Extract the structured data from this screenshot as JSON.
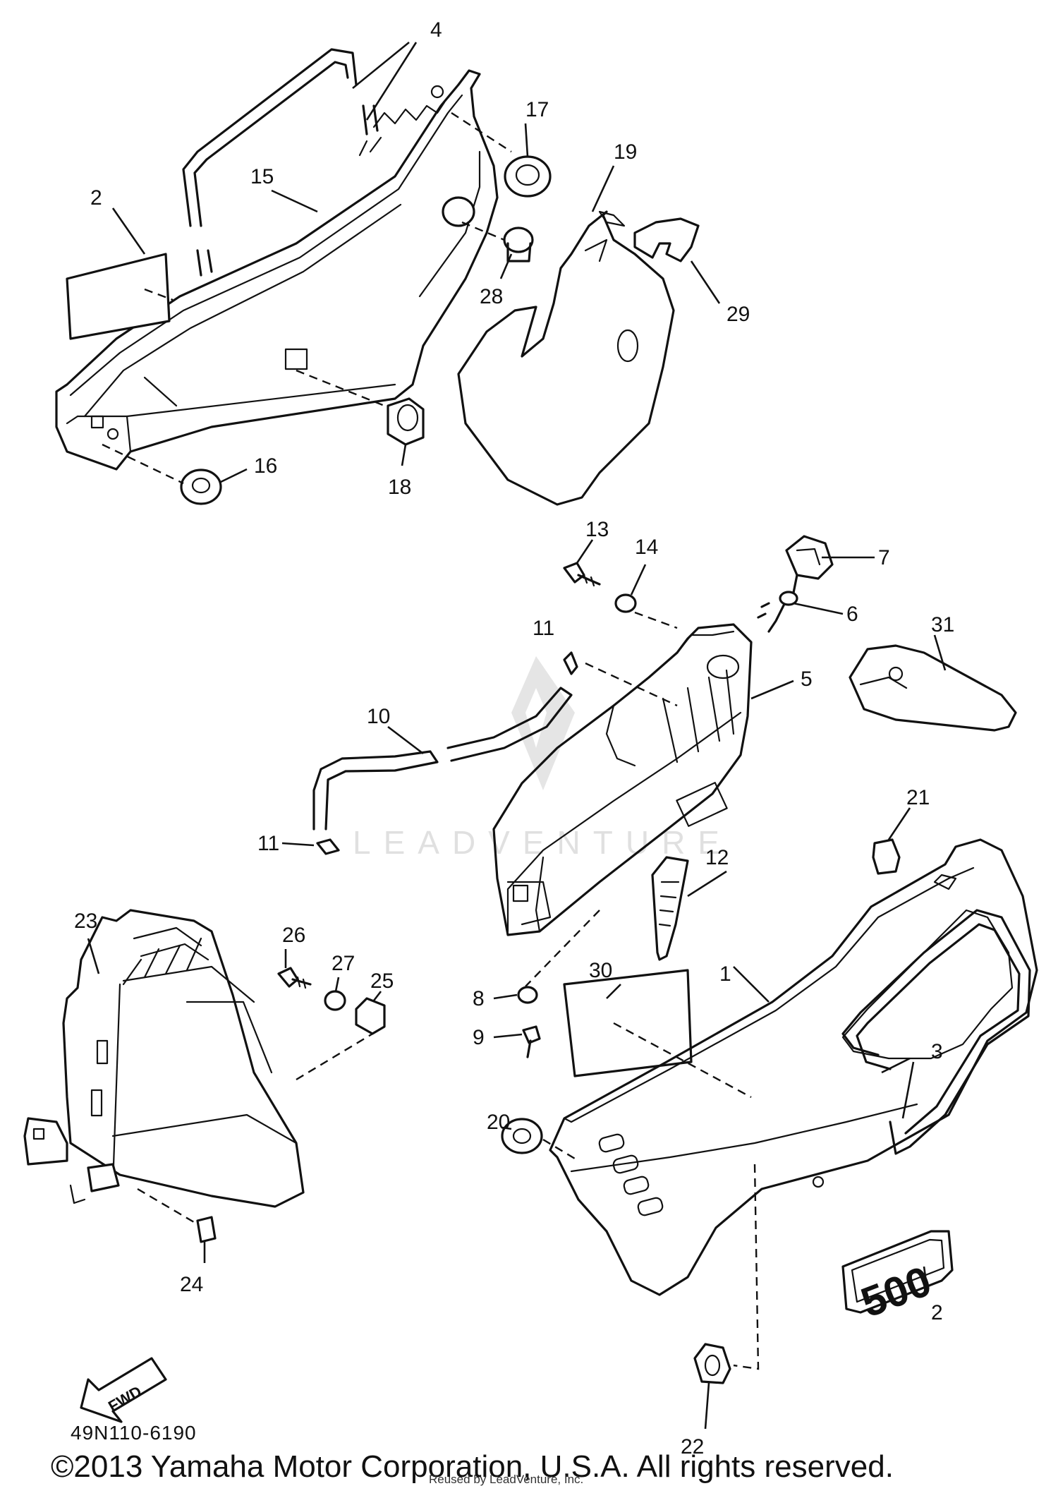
{
  "diagram": {
    "code": "49N110-6190",
    "copyright": "©2013 Yamaha Motor Corporation, U.S.A. All rights reserved.",
    "credit": "Reused by LeadVenture, Inc.",
    "watermark": "LEADVENTURE",
    "emblem_text": "500",
    "fwd_text": "FWD",
    "callouts": [
      {
        "id": "c1",
        "label": "1"
      },
      {
        "id": "c2a",
        "label": "2"
      },
      {
        "id": "c2b",
        "label": "2"
      },
      {
        "id": "c3",
        "label": "3"
      },
      {
        "id": "c4",
        "label": "4"
      },
      {
        "id": "c5",
        "label": "5"
      },
      {
        "id": "c6",
        "label": "6"
      },
      {
        "id": "c7",
        "label": "7"
      },
      {
        "id": "c8",
        "label": "8"
      },
      {
        "id": "c9",
        "label": "9"
      },
      {
        "id": "c10",
        "label": "10"
      },
      {
        "id": "c11a",
        "label": "11"
      },
      {
        "id": "c11b",
        "label": "11"
      },
      {
        "id": "c12",
        "label": "12"
      },
      {
        "id": "c13",
        "label": "13"
      },
      {
        "id": "c14",
        "label": "14"
      },
      {
        "id": "c15",
        "label": "15"
      },
      {
        "id": "c16",
        "label": "16"
      },
      {
        "id": "c17",
        "label": "17"
      },
      {
        "id": "c18",
        "label": "18"
      },
      {
        "id": "c19",
        "label": "19"
      },
      {
        "id": "c20",
        "label": "20"
      },
      {
        "id": "c21",
        "label": "21"
      },
      {
        "id": "c22",
        "label": "22"
      },
      {
        "id": "c23",
        "label": "23"
      },
      {
        "id": "c24",
        "label": "24"
      },
      {
        "id": "c25",
        "label": "25"
      },
      {
        "id": "c26",
        "label": "26"
      },
      {
        "id": "c27",
        "label": "27"
      },
      {
        "id": "c28",
        "label": "28"
      },
      {
        "id": "c29",
        "label": "29"
      },
      {
        "id": "c30",
        "label": "30"
      },
      {
        "id": "c31",
        "label": "31"
      }
    ]
  }
}
